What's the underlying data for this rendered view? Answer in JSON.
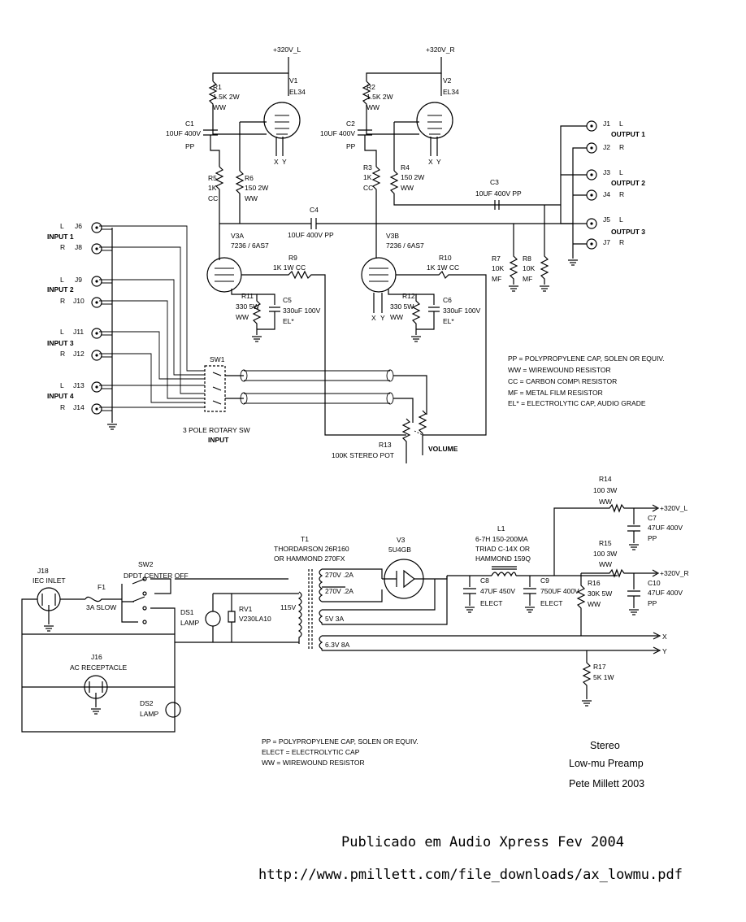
{
  "rails": {
    "b320_l": "+320V_L",
    "b320_r": "+320V_R"
  },
  "output_stage": {
    "v1": {
      "ref": "V1",
      "type": "EL34"
    },
    "v2": {
      "ref": "V2",
      "type": "EL34"
    },
    "r1": {
      "ref": "R1",
      "value": "1.5K 2W",
      "note": "WW"
    },
    "r2": {
      "ref": "R2",
      "value": "1.5K 2W",
      "note": "WW"
    },
    "c1": {
      "ref": "C1",
      "value": "10UF 400V",
      "note": "PP"
    },
    "c2": {
      "ref": "C2",
      "value": "10UF 400V",
      "note": "PP"
    },
    "r5": {
      "ref": "R5",
      "value": "1K",
      "note": "CC"
    },
    "r6": {
      "ref": "R6",
      "value": "150 2W",
      "note": "WW"
    },
    "r3": {
      "ref": "R3",
      "value": "1K",
      "note": "CC"
    },
    "r4": {
      "ref": "R4",
      "value": "150 2W",
      "note": "WW"
    },
    "c3": {
      "ref": "C3",
      "value": "10UF 400V PP"
    },
    "c4": {
      "ref": "C4",
      "value": "10UF 400V PP"
    }
  },
  "input_stage": {
    "v3a": {
      "ref": "V3A",
      "type": "7236 / 6AS7"
    },
    "v3b": {
      "ref": "V3B",
      "type": "7236 / 6AS7"
    },
    "r9": {
      "ref": "R9",
      "value": "1K 1W  CC"
    },
    "r10": {
      "ref": "R10",
      "value": "1K 1W  CC"
    },
    "r11": {
      "ref": "R11",
      "value": "330 5W",
      "note": "WW"
    },
    "r12": {
      "ref": "R12",
      "value": "330 5W",
      "note": "WW"
    },
    "c5": {
      "ref": "C5",
      "value": "330uF 100V",
      "note": "EL*"
    },
    "c6": {
      "ref": "C6",
      "value": "330uF 100V",
      "note": "EL*"
    },
    "r7": {
      "ref": "R7",
      "value": "10K",
      "note": "MF"
    },
    "r8": {
      "ref": "R8",
      "value": "10K",
      "note": "MF"
    },
    "pin_x": "X",
    "pin_y": "Y"
  },
  "outputs": [
    {
      "jack": "J1",
      "ch": "L"
    },
    {
      "jack": "J2",
      "ch": "R"
    },
    {
      "jack": "J3",
      "ch": "L"
    },
    {
      "jack": "J4",
      "ch": "R"
    },
    {
      "jack": "J5",
      "ch": "L"
    },
    {
      "jack": "J7",
      "ch": "R"
    }
  ],
  "output_groups": [
    "OUTPUT 1",
    "OUTPUT 2",
    "OUTPUT 3"
  ],
  "inputs": [
    {
      "jack": "J6",
      "ch": "L"
    },
    {
      "jack": "J8",
      "ch": "R"
    },
    {
      "jack": "J9",
      "ch": "L"
    },
    {
      "jack": "J10",
      "ch": "R"
    },
    {
      "jack": "J11",
      "ch": "L"
    },
    {
      "jack": "J12",
      "ch": "R"
    },
    {
      "jack": "J13",
      "ch": "L"
    },
    {
      "jack": "J14",
      "ch": "R"
    }
  ],
  "input_groups": [
    "INPUT 1",
    "INPUT 2",
    "INPUT 3",
    "INPUT 4"
  ],
  "sw1": {
    "ref": "SW1",
    "desc": "3 POLE ROTARY SW",
    "name": "INPUT"
  },
  "r13": {
    "ref": "R13",
    "value": "100K STEREO POT",
    "name": "VOLUME"
  },
  "legend_top": [
    "PP =  POLYPROPYLENE CAP, SOLEN OR EQUIV.",
    "WW = WIREWOUND RESISTOR",
    "CC = CARBON COMP\\ RESISTOR",
    "MF = METAL FILM RESISTOR",
    "EL* = ELECTROLYTIC CAP, AUDIO GRADE"
  ],
  "power": {
    "j18": {
      "ref": "J18",
      "desc": "IEC INLET"
    },
    "f1": {
      "ref": "F1",
      "value": "3A SLOW"
    },
    "sw2": {
      "ref": "SW2",
      "desc": "DPDT CENTER OFF"
    },
    "ds1": {
      "ref": "DS1",
      "desc": "LAMP"
    },
    "rv1": {
      "ref": "RV1",
      "value": "V230LA10"
    },
    "j16": {
      "ref": "J16",
      "desc": "AC RECEPTACLE"
    },
    "ds2": {
      "ref": "DS2",
      "desc": "LAMP"
    },
    "t1": {
      "ref": "T1",
      "line1": "THORDARSON 26R160",
      "line2": "OR HAMMOND 270FX"
    },
    "t1_windings": [
      "270V .2A",
      "270V .2A",
      "5V 3A",
      "6.3V 8A",
      "115V"
    ],
    "v3": {
      "ref": "V3",
      "type": "5U4GB"
    },
    "l1": {
      "ref": "L1",
      "line1": "6-7H 150-200MA",
      "line2": "TRIAD C-14X OR",
      "line3": "HAMMOND 159Q"
    },
    "c8": {
      "ref": "C8",
      "value": "47UF 450V",
      "note": "ELECT"
    },
    "c9": {
      "ref": "C9",
      "value": "750UF 400V",
      "note": "ELECT"
    },
    "r14": {
      "ref": "R14",
      "value": "100 3W",
      "note": "WW"
    },
    "r15": {
      "ref": "R15",
      "value": "100 3W",
      "note": "WW"
    },
    "r16": {
      "ref": "R16",
      "value": "30K 5W",
      "note": "WW"
    },
    "r17": {
      "ref": "R17",
      "value": "5K 1W"
    },
    "c7": {
      "ref": "C7",
      "value": "47UF 400V",
      "note": "PP"
    },
    "c10": {
      "ref": "C10",
      "value": "47UF 400V",
      "note": "PP"
    },
    "out_l": "+320V_L",
    "out_r": "+320V_R",
    "out_x": "X",
    "out_y": "Y"
  },
  "legend_bottom": [
    "PP =  POLYPROPYLENE CAP, SOLEN OR EQUIV.",
    "ELECT =  ELECTROLYTIC CAP",
    "WW = WIREWOUND RESISTOR"
  ],
  "signature": [
    "Stereo",
    "Low-mu Preamp",
    "Pete Millett 2003"
  ],
  "footer": {
    "published": "Publicado em Audio Xpress Fev 2004",
    "url": "http://www.pmillett.com/file_downloads/ax_lowmu.pdf"
  }
}
